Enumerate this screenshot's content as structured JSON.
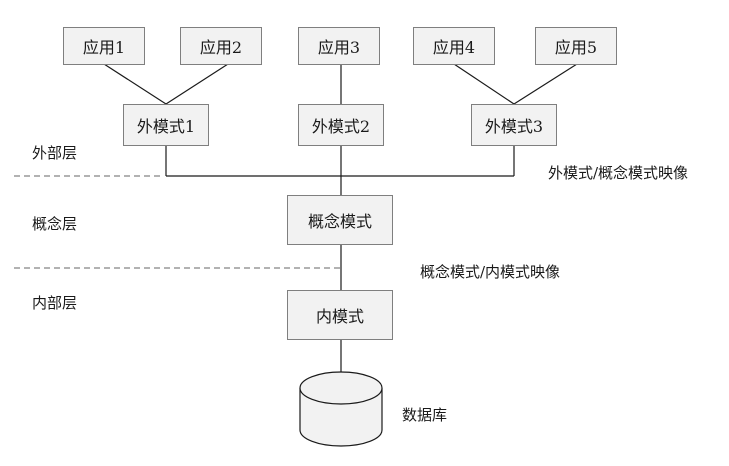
{
  "apps": [
    "应用1",
    "应用2",
    "应用3",
    "应用4",
    "应用5"
  ],
  "external_schemas": [
    "外模式1",
    "外模式2",
    "外模式3"
  ],
  "conceptual_schema": "概念模式",
  "internal_schema": "内模式",
  "database": "数据库",
  "layers": {
    "external": "外部层",
    "conceptual": "概念层",
    "internal": "内部层"
  },
  "mappings": {
    "external_conceptual": "外模式/概念模式映像",
    "conceptual_internal": "概念模式/内模式映像"
  },
  "colors": {
    "box_fill": "#f2f2f2",
    "box_border": "#7f7f7f",
    "line": "#1a1a1a",
    "dashed": "#666666"
  }
}
